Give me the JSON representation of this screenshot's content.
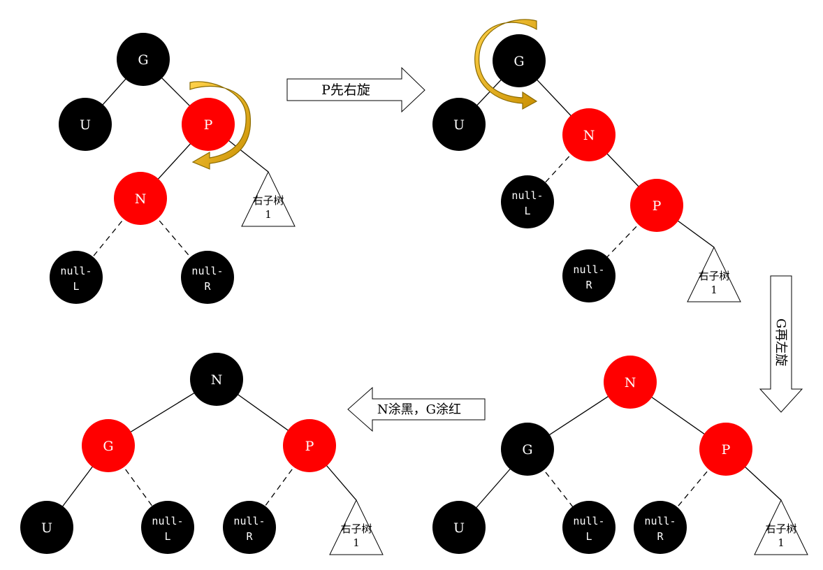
{
  "colors": {
    "black_node": "#000000",
    "red_node": "#ff0000",
    "node_text": "#ffffff",
    "edge": "#000000",
    "rotation_arrow_fill": "#ffb800",
    "rotation_arrow_stroke": "#a07800",
    "step_arrow_fill": "#ffffff",
    "step_arrow_stroke": "#000000"
  },
  "icons": {
    "rotation": "curved-rotation-arrow-icon",
    "step_right": "block-arrow-right-icon",
    "step_down": "block-arrow-down-icon",
    "step_left": "block-arrow-left-icon"
  },
  "steps": {
    "step1_label": "P先右旋",
    "step2_label": "G再左旋",
    "step3_label": "N涂黑，G涂红"
  },
  "subtree_label": [
    "右子树",
    "1"
  ],
  "diagrams": [
    {
      "id": "initial",
      "nodes": [
        {
          "key": "G",
          "color": "black",
          "lines": [
            "G"
          ]
        },
        {
          "key": "U",
          "color": "black",
          "lines": [
            "U"
          ]
        },
        {
          "key": "P",
          "color": "red",
          "lines": [
            "P"
          ]
        },
        {
          "key": "N",
          "color": "red",
          "lines": [
            "N"
          ]
        },
        {
          "key": "nullL",
          "color": "black",
          "lines": [
            "null-",
            "L"
          ]
        },
        {
          "key": "nullR",
          "color": "black",
          "lines": [
            "null-",
            "R"
          ]
        }
      ]
    },
    {
      "id": "after-right-rotation",
      "nodes": [
        {
          "key": "G",
          "color": "black",
          "lines": [
            "G"
          ]
        },
        {
          "key": "U",
          "color": "black",
          "lines": [
            "U"
          ]
        },
        {
          "key": "N",
          "color": "red",
          "lines": [
            "N"
          ]
        },
        {
          "key": "nullL",
          "color": "black",
          "lines": [
            "null-",
            "L"
          ]
        },
        {
          "key": "P",
          "color": "red",
          "lines": [
            "P"
          ]
        },
        {
          "key": "nullR",
          "color": "black",
          "lines": [
            "null-",
            "R"
          ]
        }
      ]
    },
    {
      "id": "after-left-rotation",
      "nodes": [
        {
          "key": "N",
          "color": "red",
          "lines": [
            "N"
          ]
        },
        {
          "key": "G",
          "color": "black",
          "lines": [
            "G"
          ]
        },
        {
          "key": "P",
          "color": "red",
          "lines": [
            "P"
          ]
        },
        {
          "key": "U",
          "color": "black",
          "lines": [
            "U"
          ]
        },
        {
          "key": "nullL",
          "color": "black",
          "lines": [
            "null-",
            "L"
          ]
        },
        {
          "key": "nullR",
          "color": "black",
          "lines": [
            "null-",
            "R"
          ]
        }
      ]
    },
    {
      "id": "after-recolor",
      "nodes": [
        {
          "key": "N",
          "color": "black",
          "lines": [
            "N"
          ]
        },
        {
          "key": "G",
          "color": "red",
          "lines": [
            "G"
          ]
        },
        {
          "key": "P",
          "color": "red",
          "lines": [
            "P"
          ]
        },
        {
          "key": "U",
          "color": "black",
          "lines": [
            "U"
          ]
        },
        {
          "key": "nullL",
          "color": "black",
          "lines": [
            "null-",
            "L"
          ]
        },
        {
          "key": "nullR",
          "color": "black",
          "lines": [
            "null-",
            "R"
          ]
        }
      ]
    }
  ]
}
